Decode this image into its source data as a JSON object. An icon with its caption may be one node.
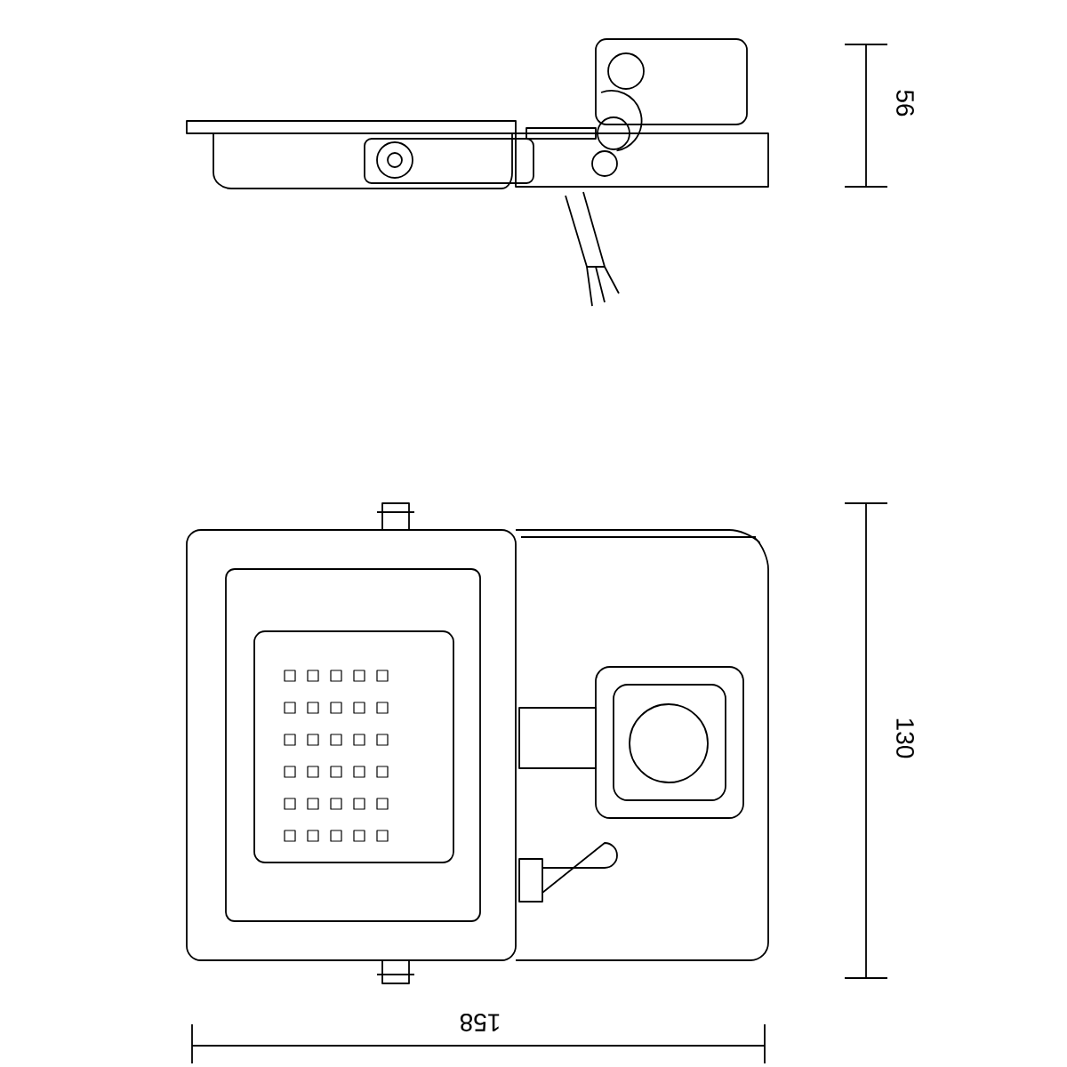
{
  "diagram": {
    "labels": [
      "56",
      "130",
      "158"
    ]
  }
}
